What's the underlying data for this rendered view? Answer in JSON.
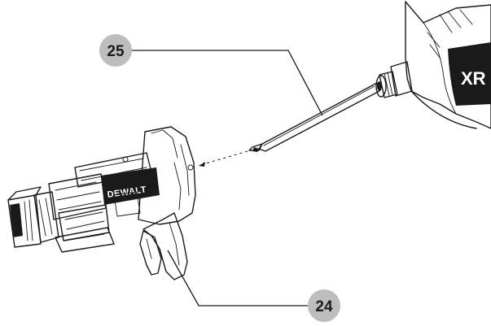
{
  "callouts": [
    {
      "id": "callout-25",
      "label": "25"
    },
    {
      "id": "callout-24",
      "label": "24"
    }
  ],
  "brand": {
    "nosepiece_logo": "DEWALT",
    "drill_badge": "XR"
  },
  "colors": {
    "ink": "#1a1a1a",
    "bubble": "#bdbdbd",
    "background": "#ffffff"
  }
}
